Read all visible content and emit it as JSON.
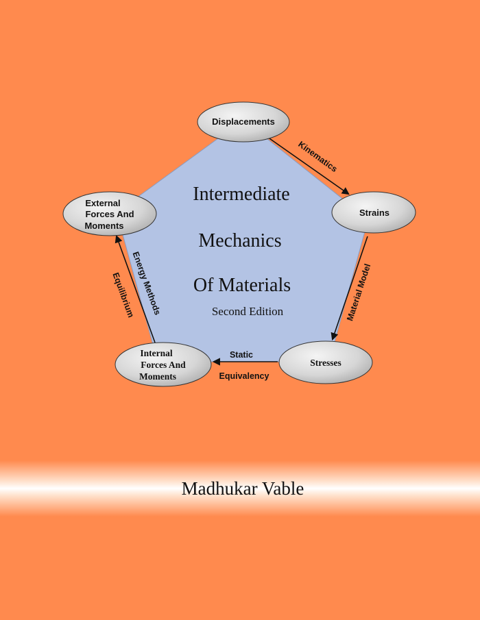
{
  "cover": {
    "title_line1": "Intermediate",
    "title_line2": "Mechanics",
    "title_line3": "Of Materials",
    "edition": "Second Edition",
    "author": "Madhukar Vable"
  },
  "diagram": {
    "nodes": {
      "displacements": "Displacements",
      "strains": "Strains",
      "stresses": "Stresses",
      "internal": [
        "Internal",
        "Forces And",
        "Moments"
      ],
      "external": [
        "External",
        "Forces And",
        "Moments"
      ]
    },
    "edges": {
      "kinematics": "Kinematics",
      "material_model": "Material Model",
      "static": "Static",
      "equivalency": "Equivalency",
      "energy_methods": "Energy Methods",
      "equilibrium": "Equilibrium"
    }
  },
  "colors": {
    "background": "#ff8a4e",
    "pentagon": "#b3c3e4",
    "node_fill": "#d9d9d9",
    "band": "#ffffff"
  }
}
